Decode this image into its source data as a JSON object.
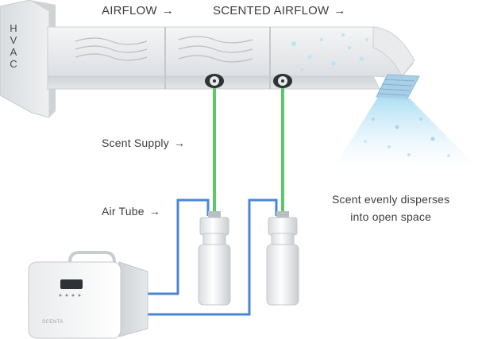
{
  "labels": {
    "hvac": [
      "H",
      "V",
      "A",
      "C"
    ],
    "airflow": "AIRFLOW",
    "scented_airflow": "SCENTED AIRFLOW",
    "arrow": "→",
    "scent_supply": "Scent Supply",
    "air_tube": "Air Tube",
    "disperse_line1": "Scent evenly disperses",
    "disperse_line2": "into open space",
    "brand": "SCENTA"
  },
  "colors": {
    "supply_line": "#5cc76a",
    "air_tube": "#4a86d8",
    "scent_mist": "#bfe3f6",
    "duct": "#e6e8ea"
  },
  "icons": [
    "fan-icon",
    "fan-icon"
  ]
}
